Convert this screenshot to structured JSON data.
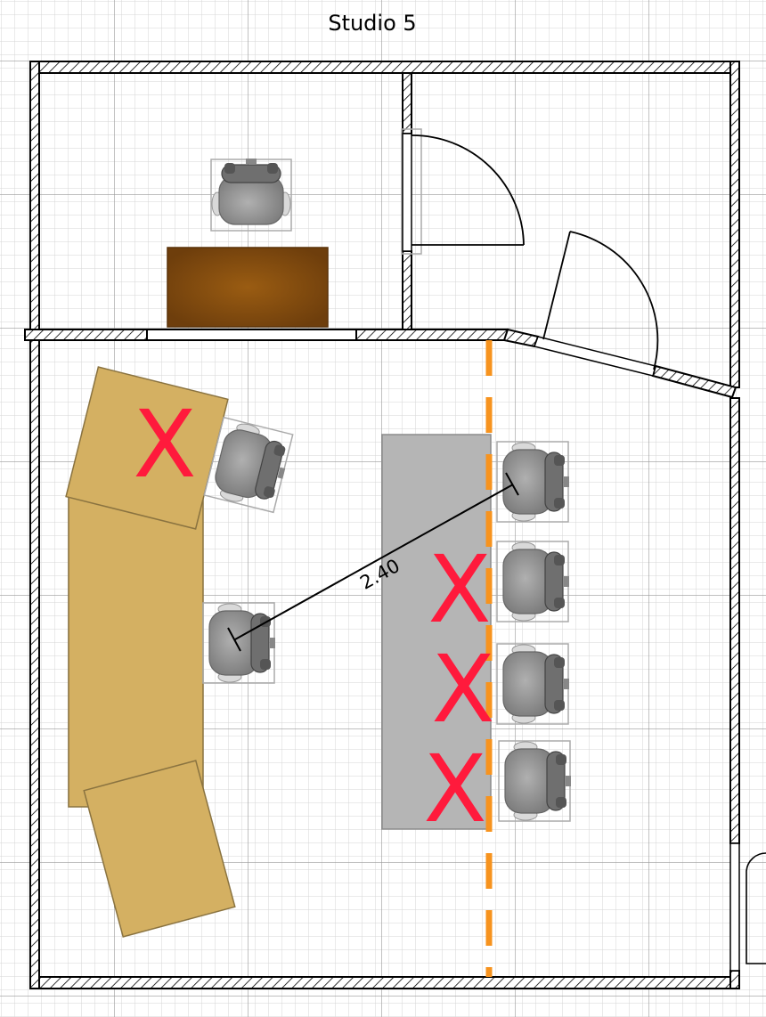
{
  "plan": {
    "title": "Studio 5",
    "dimension_label": "2.40",
    "mark_symbol": "X",
    "colors": {
      "wall": "#000000",
      "desk_large": "#d4b062",
      "desk_small": "#8a5216",
      "conference_table": "#b5b5b5",
      "mark": "#ff1a3c",
      "guide_line": "#f7931e",
      "grid": "#c8c8c8"
    },
    "icons": [
      "office-chair-icon",
      "door-swing-icon"
    ]
  }
}
